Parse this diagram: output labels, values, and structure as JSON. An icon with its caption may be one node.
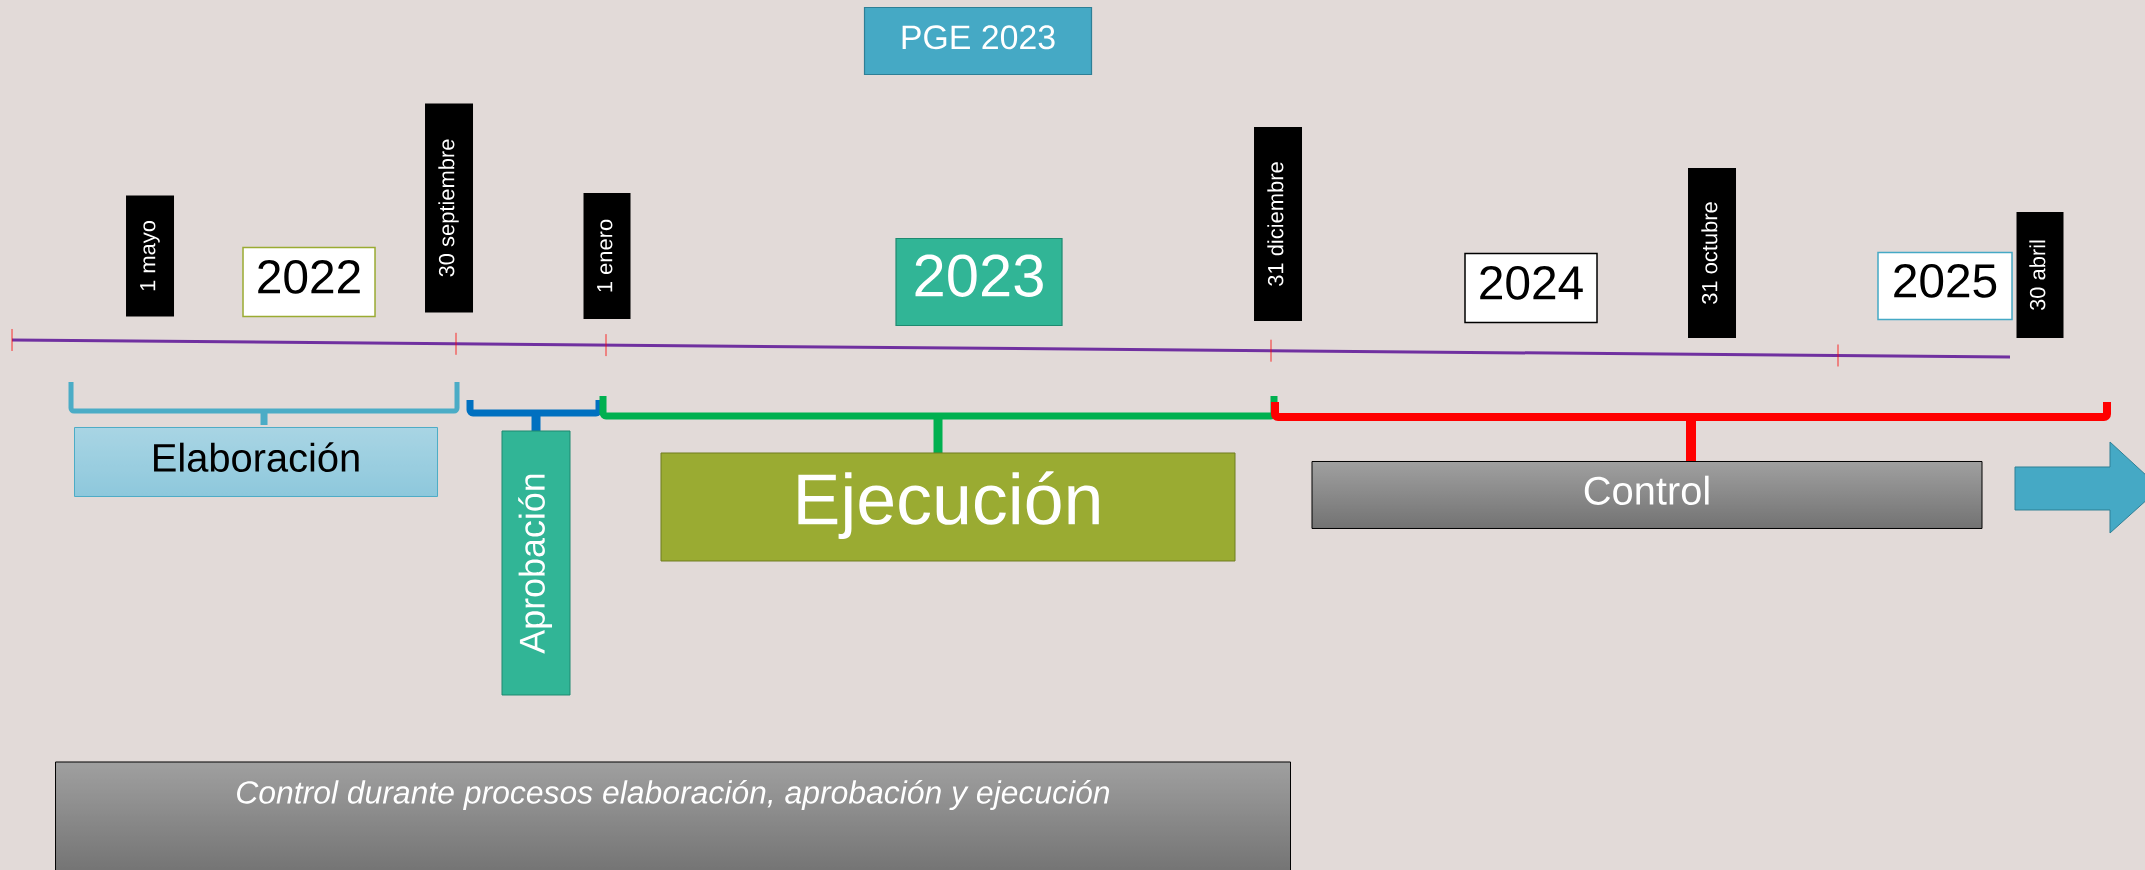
{
  "diagram": {
    "nodes": [
      {
        "text": [
          "PGE 2023"
        ]
      },
      {
        "text": [
          "1 mayo"
        ]
      },
      {
        "text": [
          "2022"
        ]
      },
      {
        "text": [
          "30 septiembre"
        ]
      },
      {
        "text": [
          "1 enero"
        ]
      },
      {
        "text": [
          "2023"
        ]
      },
      {
        "text": [
          "31 diciembre"
        ]
      },
      {
        "text": [
          "2024"
        ]
      },
      {
        "text": [
          "31 octubre"
        ]
      },
      {
        "text": [
          "2025"
        ]
      },
      {
        "text": [
          "30 abril"
        ]
      },
      {
        "text": [
          "Elaboración"
        ]
      },
      {
        "text": [
          "Aprobación"
        ]
      },
      {
        "text": [
          "Ejecución"
        ]
      },
      {
        "text": [
          "Control"
        ]
      },
      {
        "text": [
          "Control durante procesos elaboración, aprobación y ejecución"
        ]
      }
    ]
  }
}
